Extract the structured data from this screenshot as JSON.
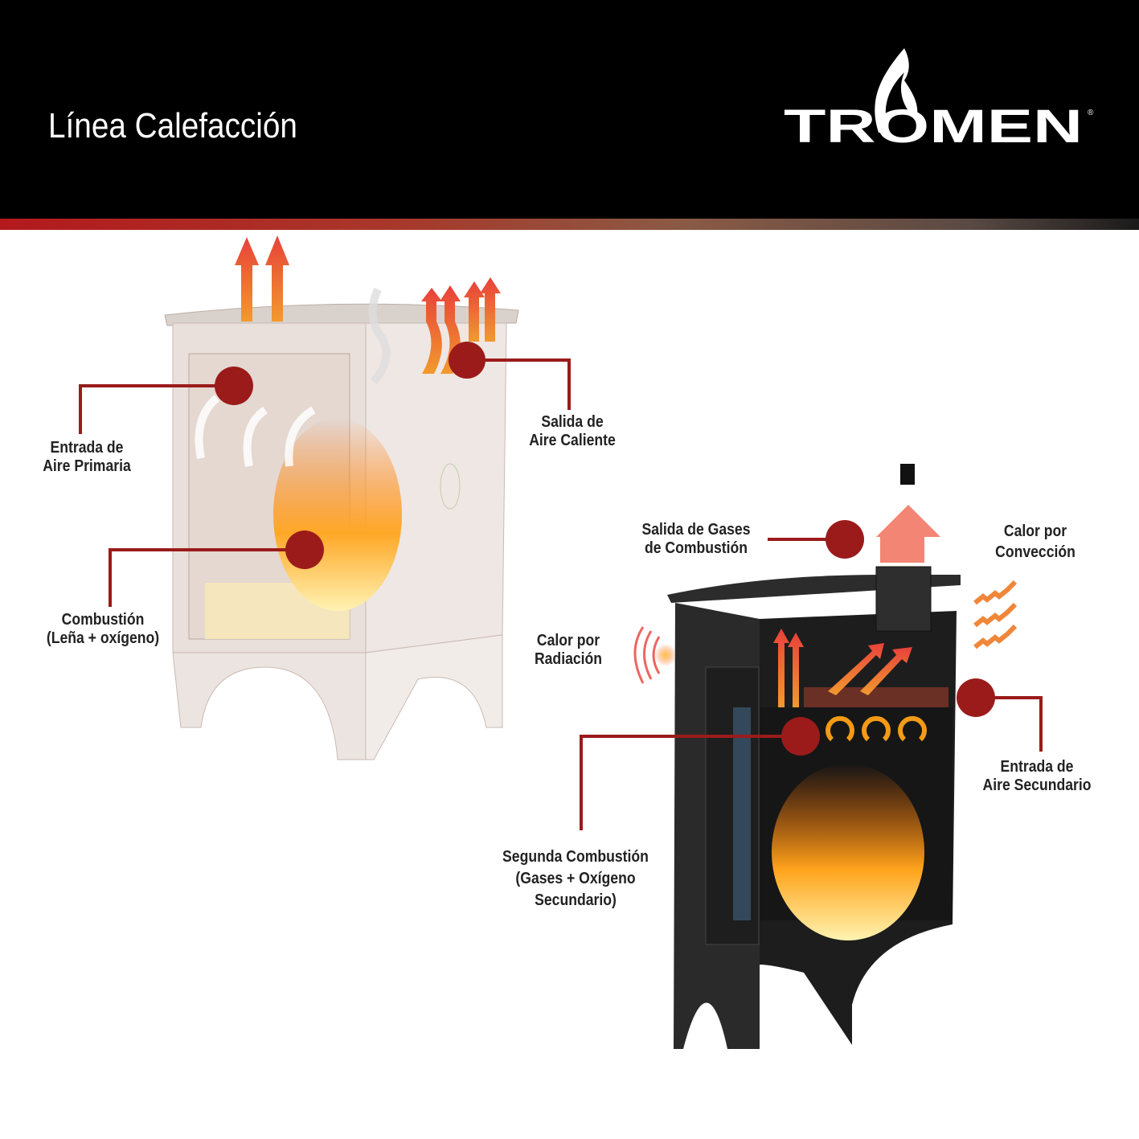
{
  "header": {
    "title": "Línea Calefacción",
    "brand": "TROMEN",
    "brand_mark": "®"
  },
  "colors": {
    "header_bg": "#000000",
    "accent_red": "#9b1b1b",
    "label_text": "#222222"
  },
  "left_stove": {
    "labels": {
      "primary_air": [
        "Entrada de",
        "Aire Primaria"
      ],
      "hot_air_out": [
        "Salida de",
        "Aire Caliente"
      ],
      "combustion": [
        "Combustión",
        "(Leña + oxígeno)"
      ]
    }
  },
  "right_stove": {
    "labels": {
      "gas_out": [
        "Salida de Gases",
        "de Combustión"
      ],
      "convection": [
        "Calor por",
        "Convección"
      ],
      "radiation": [
        "Calor por",
        "Radiación"
      ],
      "secondary_air": [
        "Entrada de",
        "Aire Secundario"
      ],
      "second_combustion": [
        "Segunda Combustión",
        "(Gases + Oxígeno",
        "Secundario)"
      ]
    }
  }
}
